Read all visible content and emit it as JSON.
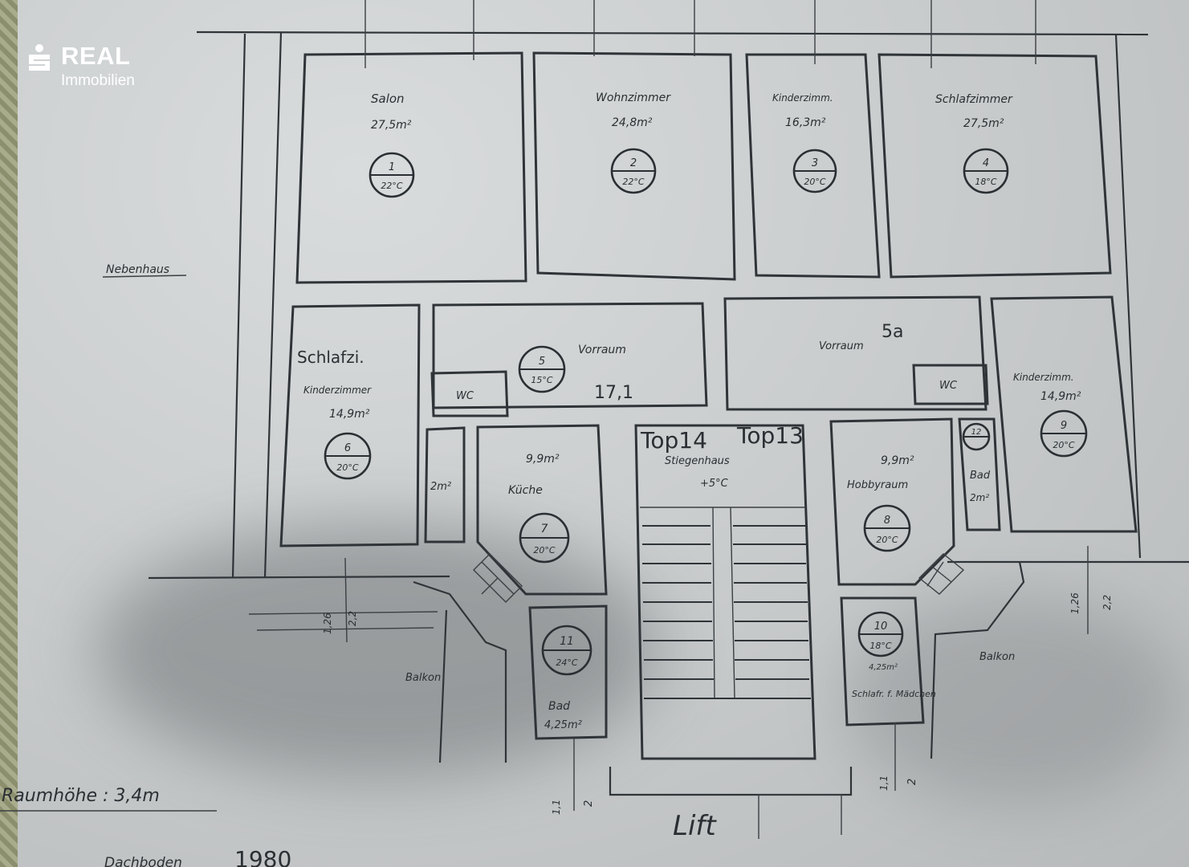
{
  "logo": {
    "brand": "REAL",
    "sub": "Immobilien"
  },
  "neighbor_label": "Nebenhaus",
  "rooms": [
    {
      "name": "Salon",
      "area": "27,5m²",
      "num": "1",
      "temp": "22°C"
    },
    {
      "name": "Wohnzimmer",
      "area": "24,8m²",
      "num": "2",
      "temp": "22°C"
    },
    {
      "name": "Kinderzimm.",
      "area": "16,3m²",
      "num": "3",
      "temp": "20°C"
    },
    {
      "name": "Schlafzimmer",
      "area": "27,5m²",
      "num": "4",
      "temp": "18°C"
    },
    {
      "name": "Vorraum",
      "area": "17,1",
      "num": "5",
      "temp": "15°C"
    },
    {
      "name": "Kinderzimmer",
      "area": "14,9m²",
      "num": "6",
      "temp": "20°C"
    },
    {
      "name": "Küche",
      "area": "9,9m²",
      "num": "7",
      "temp": "20°C"
    },
    {
      "name": "Hobbyraum",
      "area": "9,9m²",
      "num": "8",
      "temp": "20°C"
    },
    {
      "name": "Kinderzimm.",
      "area": "14,9m²",
      "num": "9",
      "temp": "20°C"
    },
    {
      "name": "Schlafr. f. Mädchen",
      "area": "4,25m²",
      "num": "10",
      "temp": "18°C"
    },
    {
      "name": "Bad",
      "area": "4,25m²",
      "num": "11",
      "temp": "24°C"
    },
    {
      "name": "Bad",
      "area": "2m²",
      "num": "12",
      "temp": ""
    }
  ],
  "vorraum_5a": {
    "name": "Vorraum",
    "tag": "5a"
  },
  "schlafzi_note": "Schlafzi.",
  "wc": "WC",
  "abstellraum": "2m²",
  "top14": "Top14",
  "top13": "Top13",
  "stairs": {
    "name": "Stiegenhaus",
    "temp": "+5°C"
  },
  "balkon": "Balkon",
  "room_height": "Raumhöhe : 3,4m",
  "lift": "Lift",
  "bottom_note": "Dachboden",
  "year": "1980",
  "marks": {
    "left": "1,26",
    "right": "2,2",
    "small": "1,1",
    "two": "2"
  }
}
